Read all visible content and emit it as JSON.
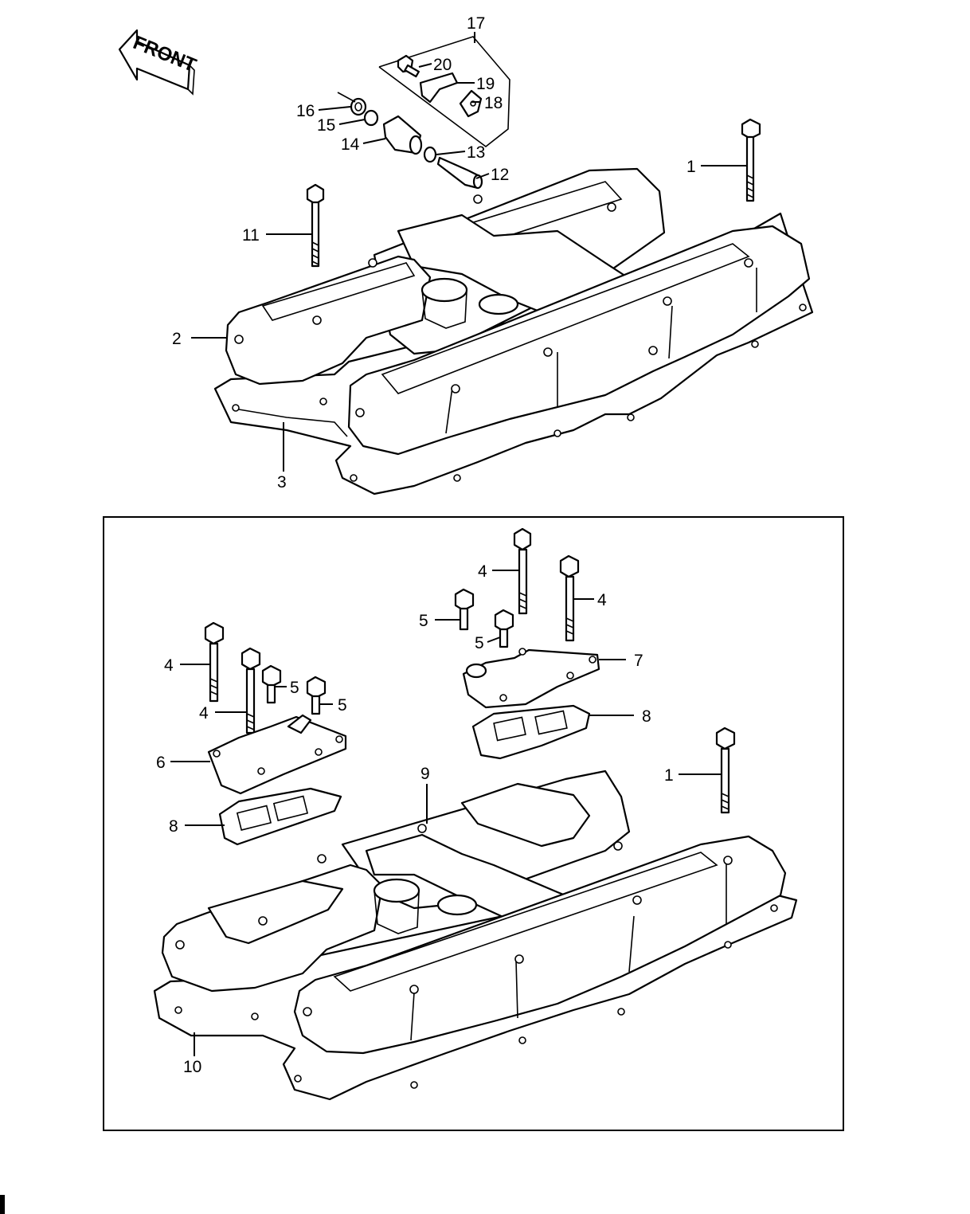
{
  "front_arrow": {
    "label": "FRONT"
  },
  "callouts": {
    "p1a": "1",
    "p1b": "1",
    "p2": "2",
    "p3": "3",
    "p4a": "4",
    "p4b": "4",
    "p4c": "4",
    "p4d": "4",
    "p5a": "5",
    "p5b": "5",
    "p5c": "5",
    "p5d": "5",
    "p6": "6",
    "p7": "7",
    "p8a": "8",
    "p8b": "8",
    "p9": "9",
    "p10": "10",
    "p11": "11",
    "p12": "12",
    "p13": "13",
    "p14": "14",
    "p15": "15",
    "p16": "16",
    "p17": "17",
    "p18": "18",
    "p19": "19",
    "p20": "20"
  }
}
